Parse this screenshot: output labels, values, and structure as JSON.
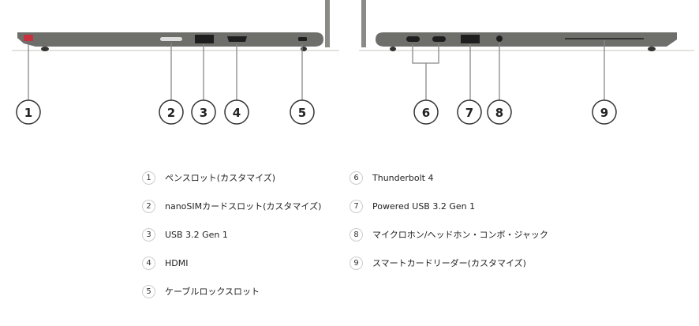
{
  "callouts": [
    "1",
    "2",
    "3",
    "4",
    "5",
    "6",
    "7",
    "8",
    "9"
  ],
  "legend": [
    {
      "num": "1",
      "label": "ペンスロット(カスタマイズ)"
    },
    {
      "num": "2",
      "label": "nanoSIMカードスロット(カスタマイズ)"
    },
    {
      "num": "3",
      "label": "USB 3.2 Gen 1"
    },
    {
      "num": "4",
      "label": "HDMI"
    },
    {
      "num": "5",
      "label": "ケーブルロックスロット"
    },
    {
      "num": "6",
      "label": "Thunderbolt 4"
    },
    {
      "num": "7",
      "label": "Powered USB 3.2 Gen 1"
    },
    {
      "num": "8",
      "label": "マイクロホン/ヘッドホン・コンボ・ジャック"
    },
    {
      "num": "9",
      "label": "スマートカードリーダー(カスタマイズ)"
    }
  ],
  "colors": {
    "chassis": "#6e6f6b",
    "pen": "#c9303e"
  }
}
